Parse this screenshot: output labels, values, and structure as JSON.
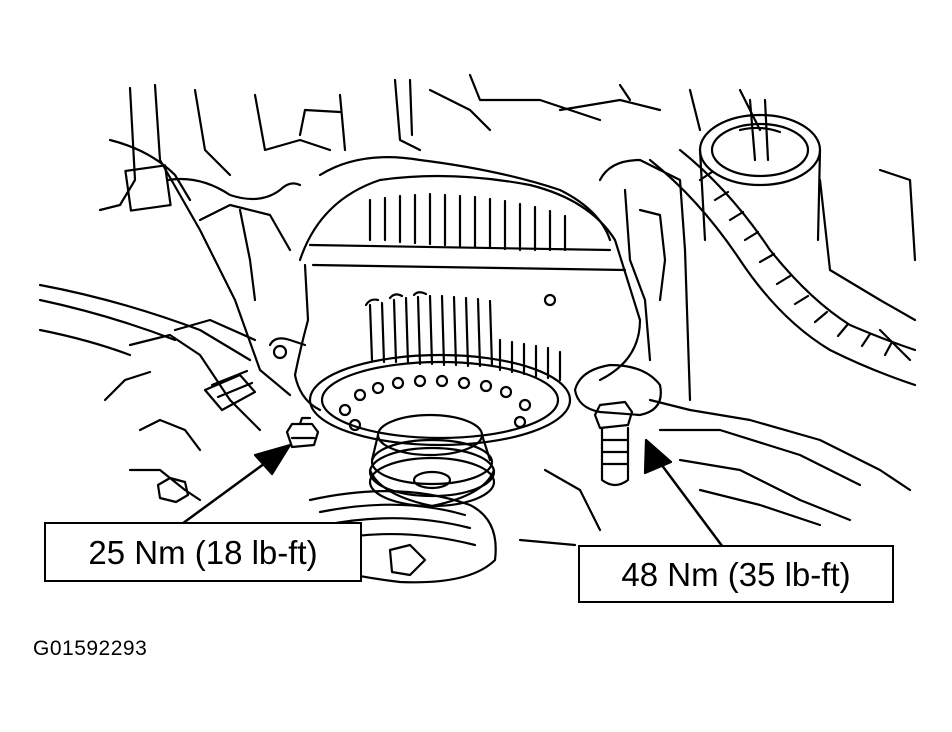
{
  "callouts": {
    "left_torque": "25 Nm (18 lb-ft)",
    "right_torque": "48 Nm (35 lb-ft)"
  },
  "figure_id": "G01592293",
  "colors": {
    "line": "#000000",
    "background": "#ffffff"
  }
}
